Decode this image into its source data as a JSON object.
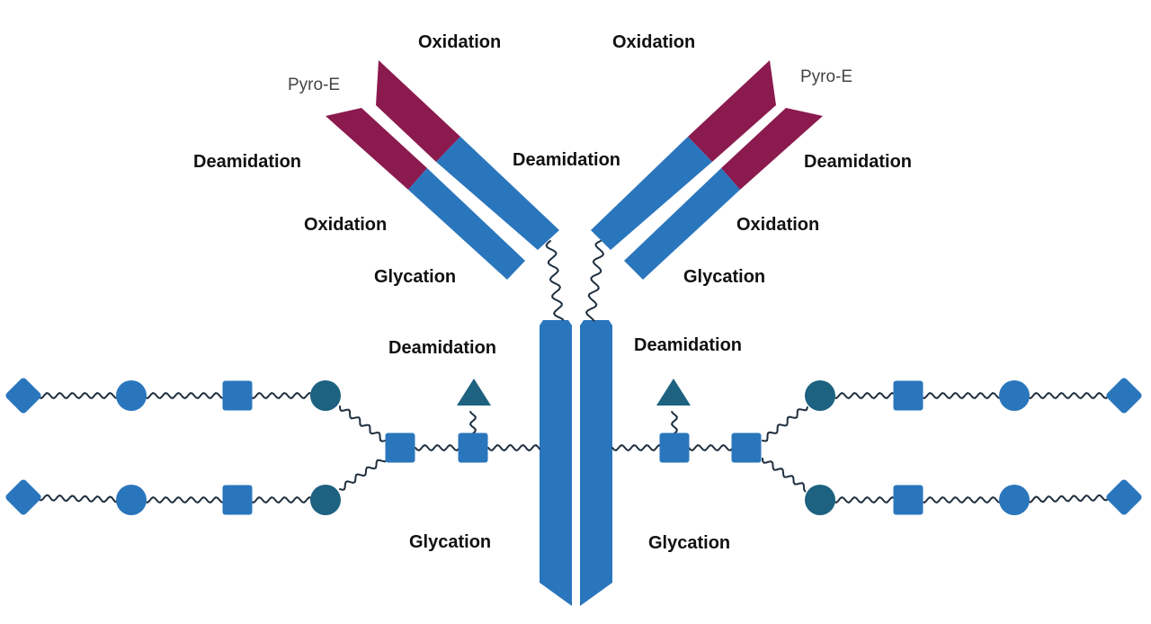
{
  "colors": {
    "constant": "#2a76bd",
    "variable": "#8b1a4e",
    "glycan_dark": "#1d6280",
    "linker": "#1f2e3e",
    "label": "#111111"
  },
  "labels": {
    "left_top_oxidation": "Oxidation",
    "right_top_oxidation": "Oxidation",
    "left_pyro": "Pyro-E",
    "right_pyro": "Pyro-E",
    "left_deamidation_outer": "Deamidation",
    "center_deamidation_top": "Deamidation",
    "right_deamidation_outer": "Deamidation",
    "left_oxidation_mid": "Oxidation",
    "right_oxidation_mid": "Oxidation",
    "left_glycation_arm": "Glycation",
    "right_glycation_arm": "Glycation",
    "left_deamidation_fc": "Deamidation",
    "right_deamidation_fc": "Deamidation",
    "left_glycation_fc": "Glycation",
    "right_glycation_fc": "Glycation"
  },
  "glycan_symbols": {
    "diamond": "diamond",
    "circle": "circle",
    "square": "square",
    "triangle": "triangle"
  }
}
